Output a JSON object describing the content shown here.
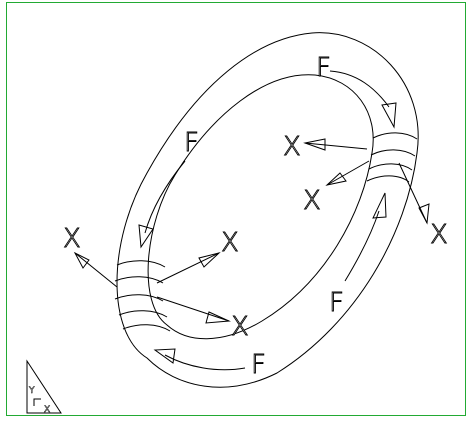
{
  "viewport": {
    "border_color": "#22aa33",
    "background": "#ffffff"
  },
  "labels": {
    "force_top": "F",
    "force_upper_left": "F",
    "force_right": "F",
    "force_bottom": "F",
    "x_right_1": "X",
    "x_right_2": "X",
    "x_right_3": "X",
    "x_left_1": "X",
    "x_left_2": "X",
    "x_left_3": "X"
  },
  "ucs": {
    "y_label": "Y",
    "x_label": "X",
    "icon": "ucs-triangle-icon"
  }
}
